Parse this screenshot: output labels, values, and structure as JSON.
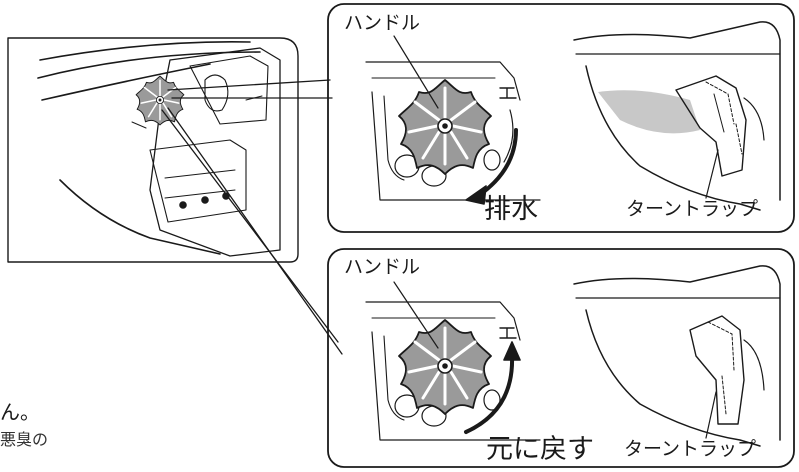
{
  "panels": {
    "drain": {
      "handle_label": "ハンドル",
      "action_label": "排水",
      "trap_label": "ターントラップ"
    },
    "reset": {
      "handle_label": "ハンドル",
      "action_label": "元に戻す",
      "trap_label": "ターントラップ"
    }
  },
  "page_text": {
    "fragment_1": "ん。",
    "fragment_2": "悪臭の"
  },
  "colors": {
    "line": "#1a1a1a",
    "water": "#c8c8c8",
    "handle_fill": "#9a9a9a",
    "background": "#ffffff"
  }
}
